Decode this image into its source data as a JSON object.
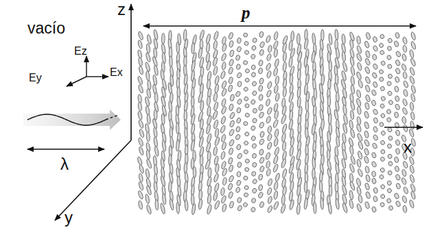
{
  "diagram": {
    "labels": [
      "vacío",
      "z",
      "p",
      "Ez",
      "Ey",
      "Ex",
      "λ",
      "x",
      "y"
    ]
  }
}
